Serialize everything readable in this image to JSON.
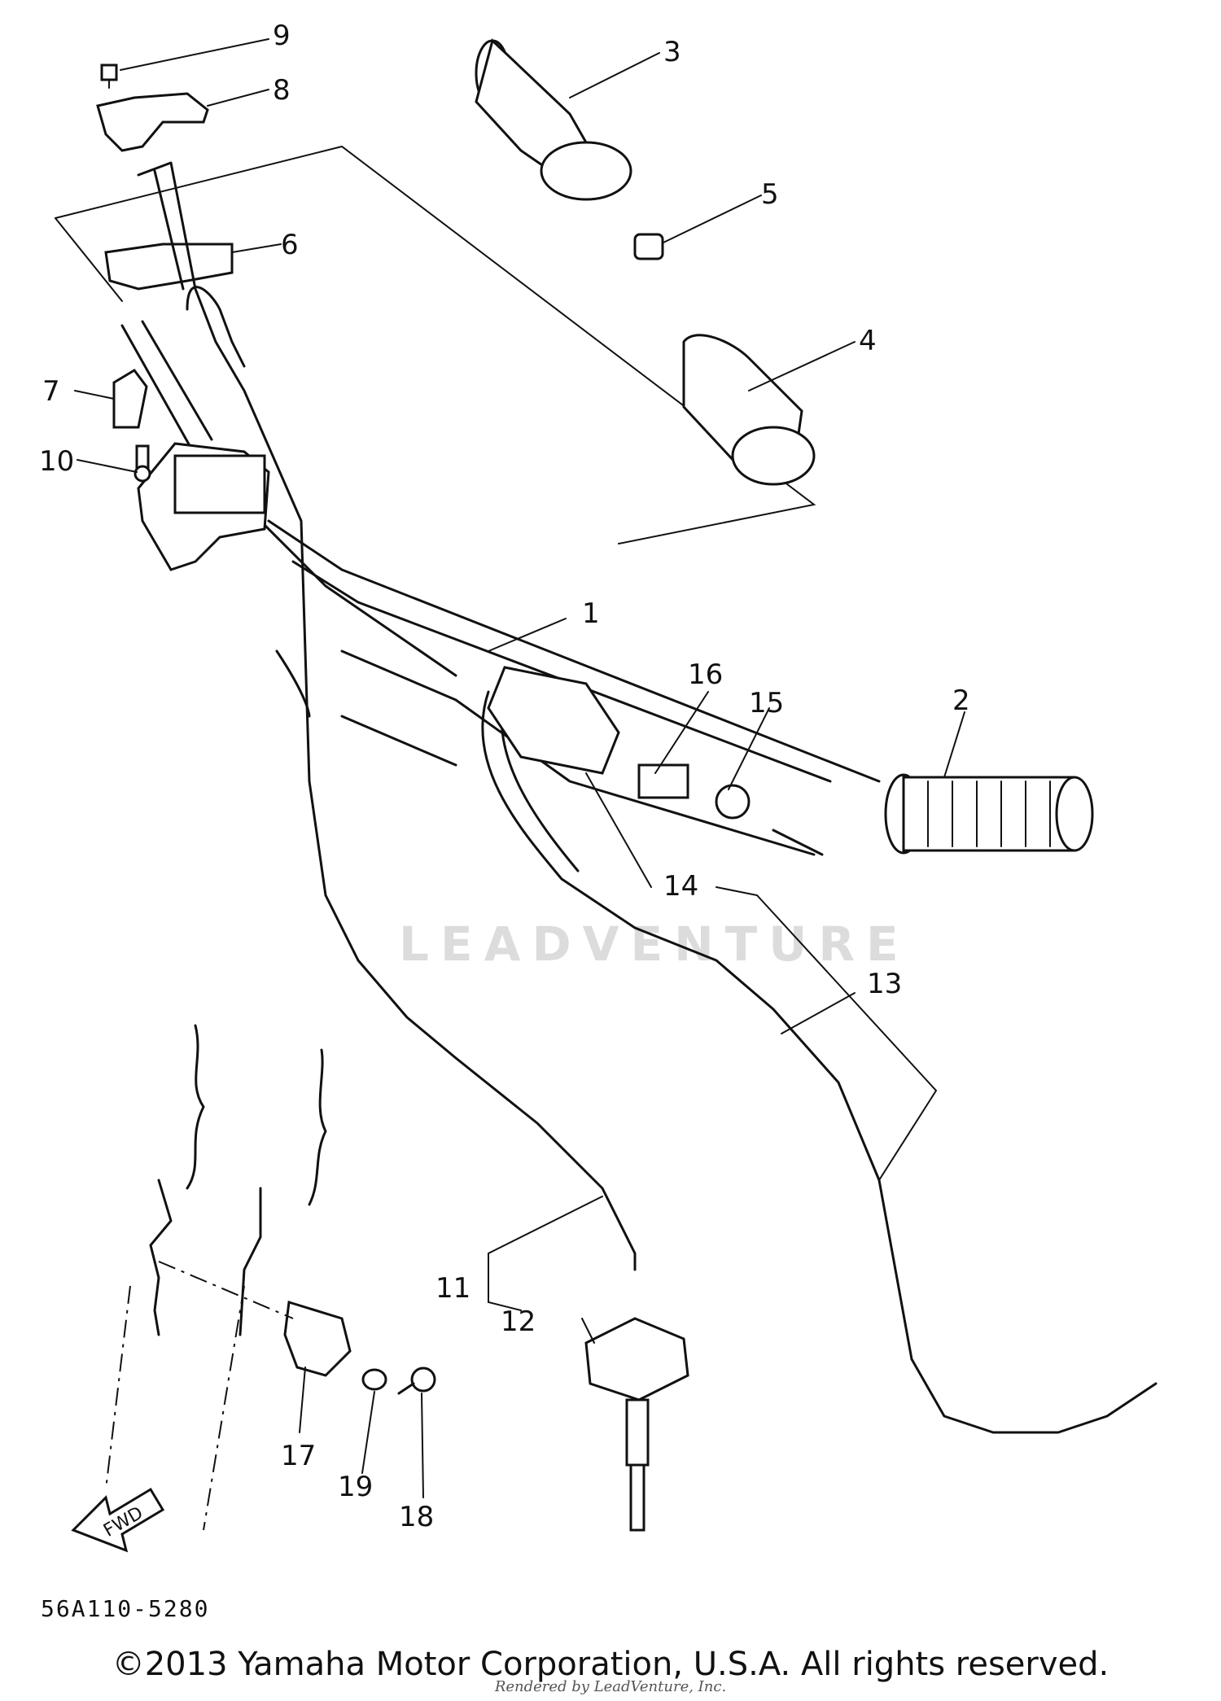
{
  "diagram": {
    "callouts": [
      "1",
      "2",
      "3",
      "4",
      "5",
      "6",
      "7",
      "8",
      "9",
      "10",
      "11",
      "12",
      "13",
      "14",
      "15",
      "16",
      "17",
      "18",
      "19"
    ],
    "fwd_label": "FWD",
    "watermark": "LEADVENTURE",
    "diagram_code": "56A110-5280",
    "copyright": "©2013 Yamaha Motor Corporation, U.S.A. All rights reserved.",
    "rendered_by": "Rendered by LeadVenture, Inc."
  }
}
